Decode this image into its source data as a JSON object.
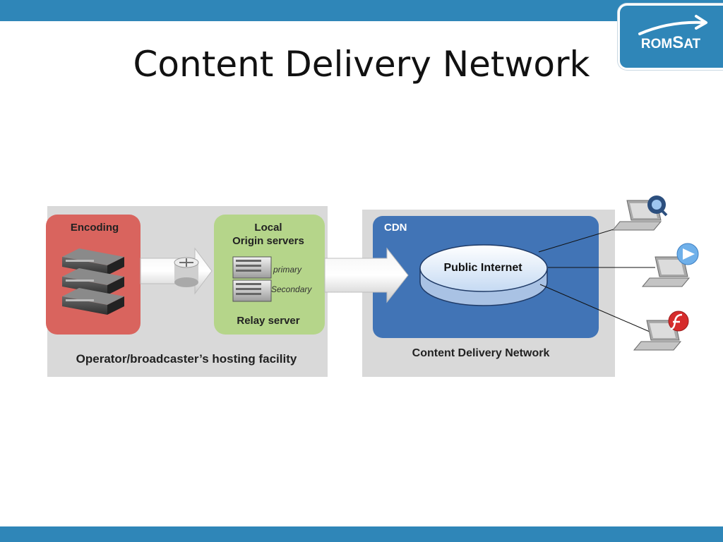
{
  "slide": {
    "title": "Content Delivery Network",
    "logo_text": "ROMSAT"
  },
  "diagram": {
    "hosting": {
      "encoding_label": "Encoding",
      "origin_label_1": "Local",
      "origin_label_2": "Origin servers",
      "primary_label": "primary",
      "secondary_label": "Secondary",
      "relay_label": "Relay server",
      "facility_label": "Operator/broadcaster’s hosting facility"
    },
    "cdn": {
      "cdn_label": "CDN",
      "public_internet_label": "Public Internet",
      "network_label": "Content Delivery Network"
    },
    "clients": [
      {
        "icon": "quicktime-icon"
      },
      {
        "icon": "windows-media-icon"
      },
      {
        "icon": "flash-icon"
      }
    ]
  },
  "colors": {
    "bar": "#2f86b8",
    "encoding_box": "#d9645e",
    "origin_box": "#b5d58a",
    "cdn_box": "#4174b6",
    "panel": "#d9d9d9"
  }
}
